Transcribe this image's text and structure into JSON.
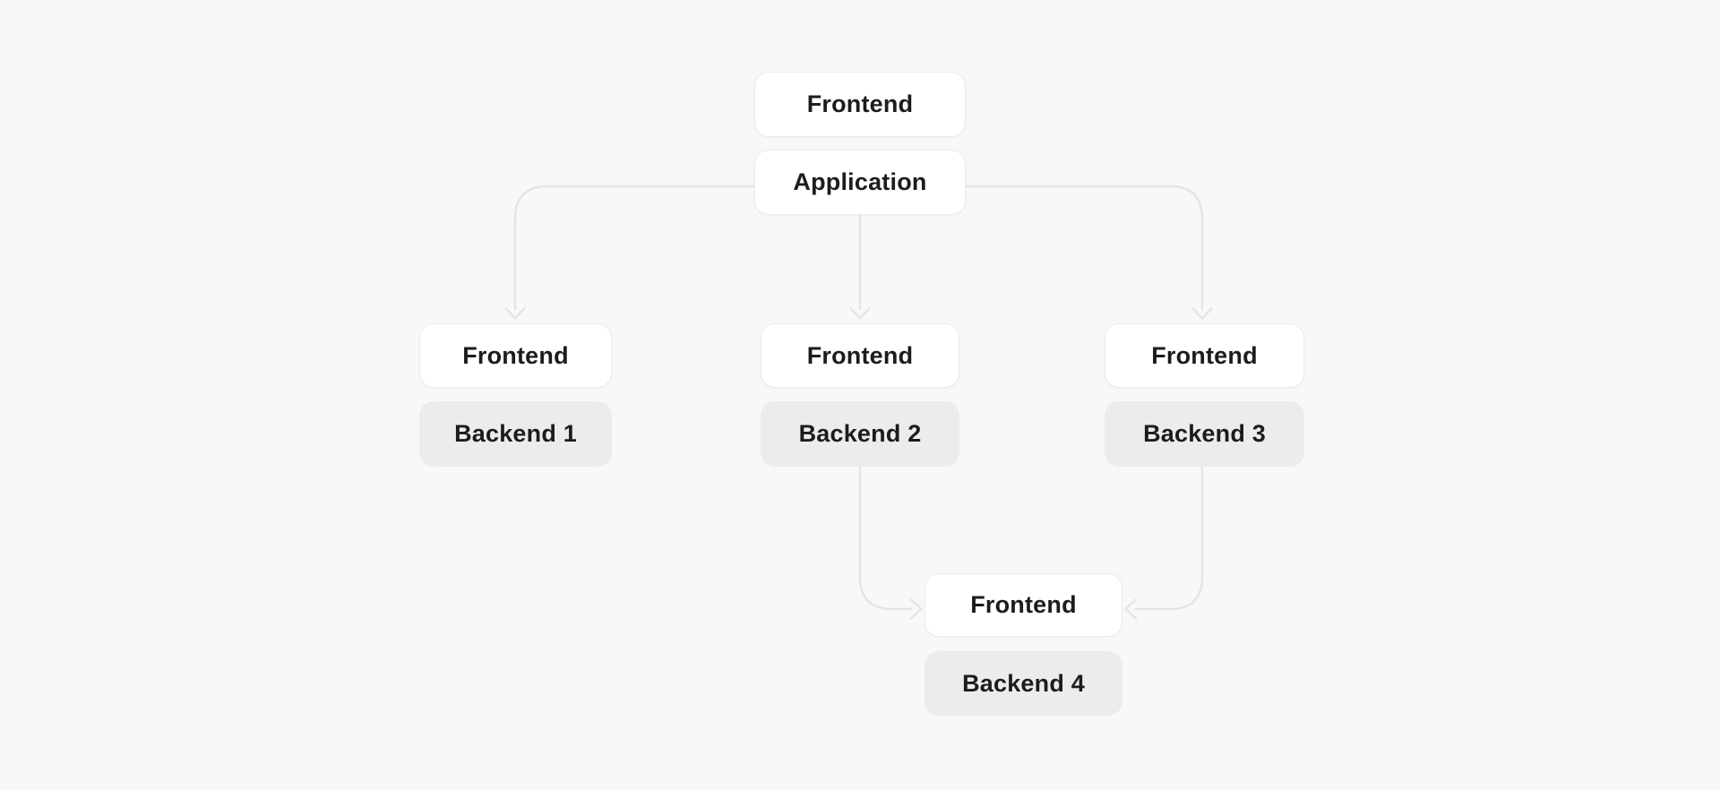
{
  "canvas": {
    "background": "#f8f8f7",
    "node_fill_frontend": "#ffffff",
    "node_fill_backend": "#ececeb",
    "node_border": "#ebebe9",
    "edge_color": "#e5e5e3",
    "text_color": "#1c1c1e"
  },
  "diagram": {
    "nodes": [
      {
        "id": "frontend-top",
        "label": "Frontend",
        "kind": "frontend"
      },
      {
        "id": "application",
        "label": "Application",
        "kind": "frontend"
      },
      {
        "id": "frontend-1",
        "label": "Frontend",
        "kind": "frontend"
      },
      {
        "id": "backend-1",
        "label": "Backend 1",
        "kind": "backend"
      },
      {
        "id": "frontend-2",
        "label": "Frontend",
        "kind": "frontend"
      },
      {
        "id": "backend-2",
        "label": "Backend 2",
        "kind": "backend"
      },
      {
        "id": "frontend-3",
        "label": "Frontend",
        "kind": "frontend"
      },
      {
        "id": "backend-3",
        "label": "Backend 3",
        "kind": "backend"
      },
      {
        "id": "frontend-4",
        "label": "Frontend",
        "kind": "frontend"
      },
      {
        "id": "backend-4",
        "label": "Backend 4",
        "kind": "backend"
      }
    ],
    "edges": [
      {
        "from": "application",
        "to": "frontend-1",
        "arrow": "down"
      },
      {
        "from": "application",
        "to": "frontend-2",
        "arrow": "down"
      },
      {
        "from": "application",
        "to": "frontend-3",
        "arrow": "down"
      },
      {
        "from": "backend-2",
        "to": "frontend-4",
        "arrow": "right"
      },
      {
        "from": "backend-3",
        "to": "frontend-4",
        "arrow": "left"
      }
    ]
  }
}
